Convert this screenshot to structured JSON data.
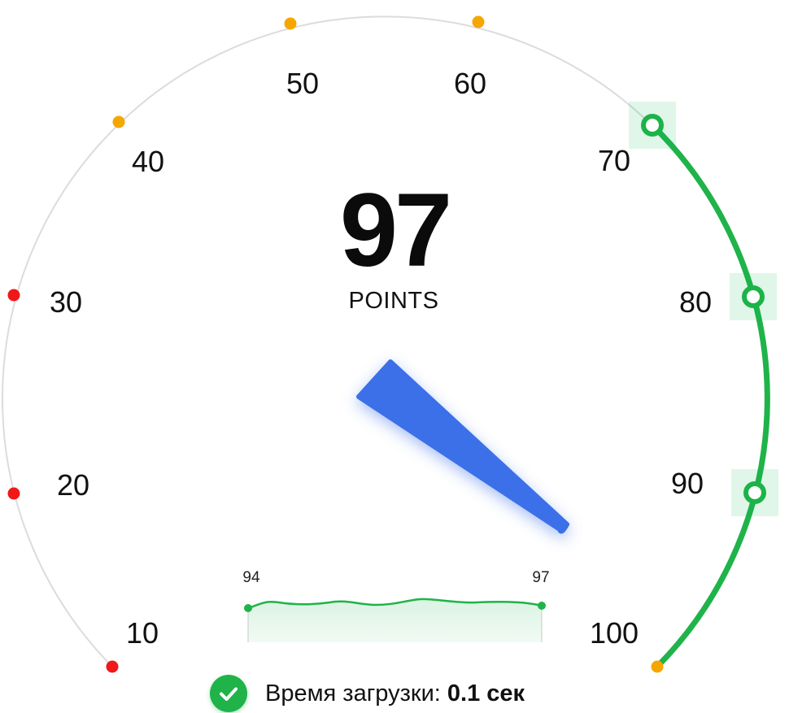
{
  "gauge": {
    "score": "97",
    "unit": "POINTS",
    "tick_labels": [
      "10",
      "20",
      "30",
      "40",
      "50",
      "60",
      "70",
      "80",
      "90",
      "100"
    ],
    "score_fraction": 0.97,
    "colors": {
      "track": "#d9d9d9",
      "red": "#f01818",
      "orange": "#f5a700",
      "green": "#1fb34a",
      "needle": "#3b6fe8"
    }
  },
  "trend": {
    "start_label": "94",
    "end_label": "97",
    "start_value": 94,
    "end_value": 97
  },
  "load_time": {
    "icon": "checkmark-icon",
    "label": "Время загрузки:",
    "value": "0.1 сек"
  }
}
